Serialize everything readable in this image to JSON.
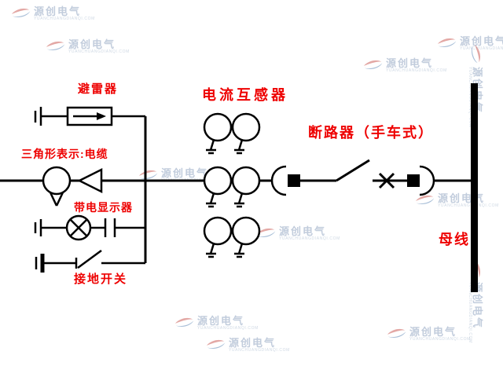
{
  "labels": {
    "arrester": "避雷器",
    "current_transformer": "电流互感器",
    "breaker": "断路器（手车式）",
    "cable_note": "三角形表示:电缆",
    "live_display": "带电显示器",
    "earth_switch": "接地开关",
    "busbar": "母线"
  },
  "watermark": {
    "text": "源创电气",
    "subtext": "YUANCHUANGDIANQI.COM"
  },
  "colors": {
    "label_red": "#ee0000",
    "line_black": "#000000",
    "watermark_blue": "#8fa3c0",
    "logo_red": "#c03a32",
    "logo_blue": "#3b6ea5"
  }
}
